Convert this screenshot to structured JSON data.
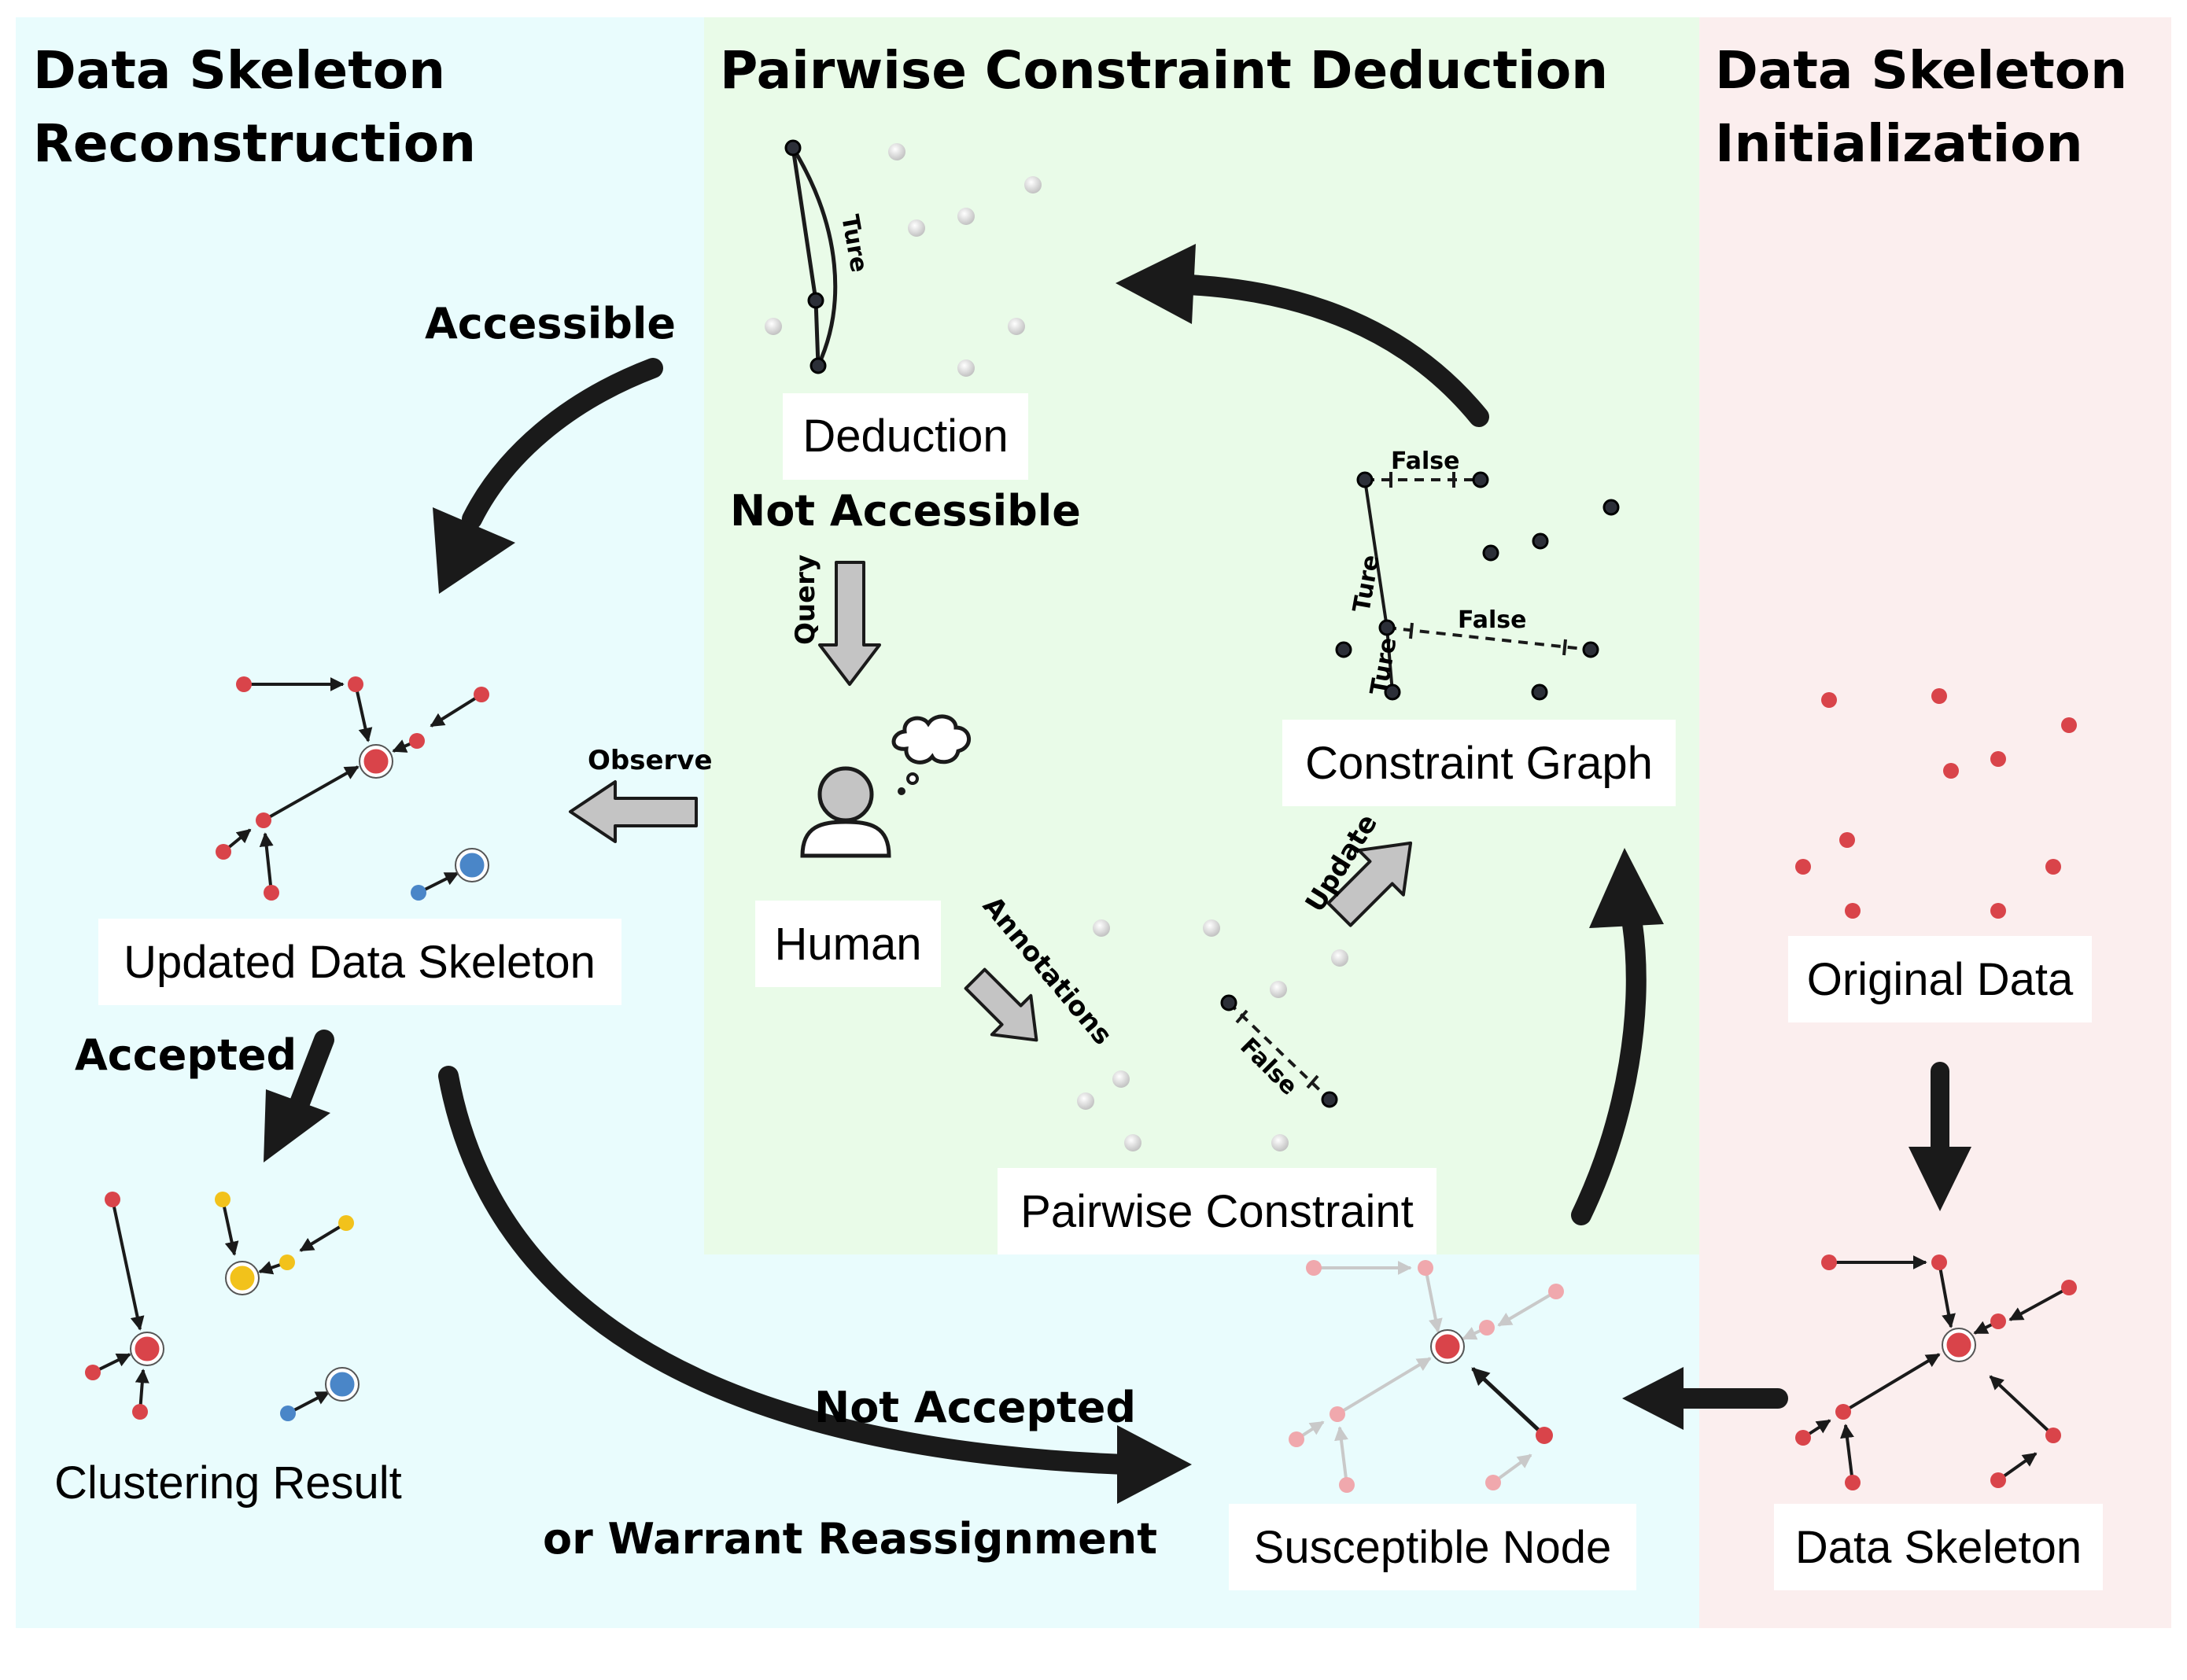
{
  "sections": {
    "reconstruction": {
      "title_line1": "Data Skeleton",
      "title_line2": "Reconstruction",
      "bg": "#e9fcfd"
    },
    "deduction": {
      "title": "Pairwise Constraint Deduction",
      "bg": "#e9fbe8"
    },
    "initialization": {
      "title_line1": "Data Skeleton",
      "title_line2": "Initialization",
      "bg": "#fbeeee"
    }
  },
  "boxes": {
    "deduction": "Deduction",
    "human": "Human",
    "constraint_graph": "Constraint Graph",
    "pairwise_constraint": "Pairwise Constraint",
    "updated_skeleton": "Updated Data Skeleton",
    "clustering_result": "Clustering Result",
    "original_data": "Original Data",
    "data_skeleton": "Data Skeleton",
    "susceptible_node": "Susceptible Node"
  },
  "flow_labels": {
    "accessible": "Accessible",
    "not_accessible": "Not Accessible",
    "accepted": "Accepted",
    "not_accepted": "Not Accepted",
    "warrant": "or Warrant Reassignment"
  },
  "small_labels": {
    "query": "Query",
    "observe": "Observe",
    "annotations": "Annotations",
    "update": "Update"
  },
  "edge_labels": {
    "ture": "Ture",
    "false": "False"
  },
  "colors": {
    "red_node": "#d9444a",
    "yellow_node": "#f2c21b",
    "blue_node": "#4a86c8",
    "pink_node": "#f0a8ad",
    "dark_node": "#2c2f38",
    "grey_node": "#d6d6d6",
    "arrow": "#1a1a1a",
    "grey_arrow": "#c9c9c9"
  }
}
